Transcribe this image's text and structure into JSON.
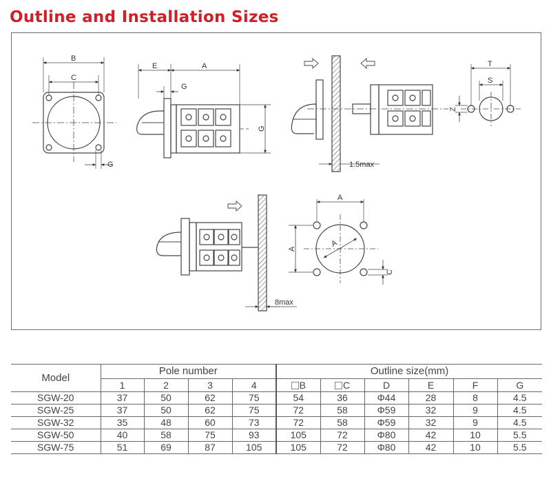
{
  "title": "Outline and Installation Sizes",
  "drawing": {
    "labels": {
      "b": "B",
      "c": "C",
      "g": "G",
      "e": "E",
      "a": "A",
      "t": "T",
      "s": "S",
      "z": "Z",
      "max_15": "1.5max",
      "max_8": "8max"
    }
  },
  "table": {
    "model_header": "Model",
    "pole_header": "Pole number",
    "outline_header": "Outline size(mm)",
    "pole_columns": [
      "1",
      "2",
      "3",
      "4"
    ],
    "outline_columns": [
      "B",
      "C",
      "D",
      "E",
      "F",
      "G"
    ],
    "square_columns": [
      "B",
      "C"
    ],
    "rows": [
      {
        "model": "SGW-20",
        "p1": "37",
        "p2": "50",
        "p3": "62",
        "p4": "75",
        "b": "54",
        "c": "36",
        "d": "Φ44",
        "e": "28",
        "f": "8",
        "g": "4.5"
      },
      {
        "model": "SGW-25",
        "p1": "37",
        "p2": "50",
        "p3": "62",
        "p4": "75",
        "b": "72",
        "c": "58",
        "d": "Φ59",
        "e": "32",
        "f": "9",
        "g": "4.5"
      },
      {
        "model": "SGW-32",
        "p1": "35",
        "p2": "48",
        "p3": "60",
        "p4": "73",
        "b": "72",
        "c": "58",
        "d": "Φ59",
        "e": "32",
        "f": "9",
        "g": "4.5"
      },
      {
        "model": "SGW-50",
        "p1": "40",
        "p2": "58",
        "p3": "75",
        "p4": "93",
        "b": "105",
        "c": "72",
        "d": "Φ80",
        "e": "42",
        "f": "10",
        "g": "5.5"
      },
      {
        "model": "SGW-75",
        "p1": "51",
        "p2": "69",
        "p3": "87",
        "p4": "105",
        "b": "105",
        "c": "72",
        "d": "Φ80",
        "e": "42",
        "f": "10",
        "g": "5.5"
      }
    ]
  }
}
